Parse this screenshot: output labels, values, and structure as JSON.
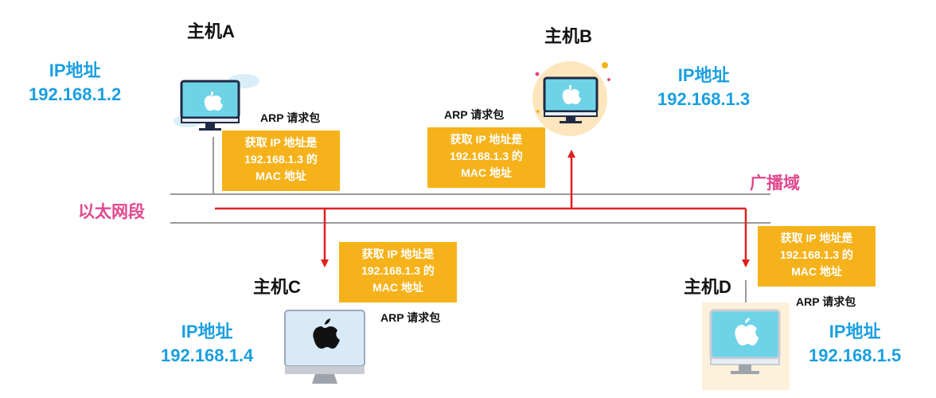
{
  "colors": {
    "red": "#e02020",
    "line": "#9a9a9a",
    "packet": "#f6b21a",
    "ip": "#1a9fe0",
    "pink": "#e2478f"
  },
  "segment": {
    "ethernet_label": "以太网段",
    "broadcast_label": "广播域"
  },
  "hosts": {
    "a": {
      "name": "主机A",
      "ip_label": "IP地址",
      "ip": "192.168.1.2",
      "icon": "monitor-icon"
    },
    "b": {
      "name": "主机B",
      "ip_label": "IP地址",
      "ip": "192.168.1.3",
      "icon": "monitor-icon"
    },
    "c": {
      "name": "主机C",
      "ip_label": "IP地址",
      "ip": "192.168.1.4",
      "icon": "imac-icon"
    },
    "d": {
      "name": "主机D",
      "ip_label": "IP地址",
      "ip": "192.168.1.5",
      "icon": "monitor-icon"
    }
  },
  "packets": {
    "a": {
      "arp_label": "ARP  请求包",
      "lines": [
        "获取 IP 地址是",
        "192.168.1.3 的",
        "MAC 地址"
      ]
    },
    "b": {
      "arp_label": "ARP  请求包",
      "lines": [
        "获取 IP 地址是",
        "192.168.1.3 的",
        "MAC 地址"
      ]
    },
    "c": {
      "arp_label": "ARP  请求包",
      "lines": [
        "获取 IP 地址是",
        "192.168.1.3 的",
        "MAC 地址"
      ]
    },
    "d": {
      "arp_label": "ARP  请求包",
      "lines": [
        "获取 IP 地址是",
        "192.168.1.3 的",
        "MAC 地址"
      ]
    }
  }
}
